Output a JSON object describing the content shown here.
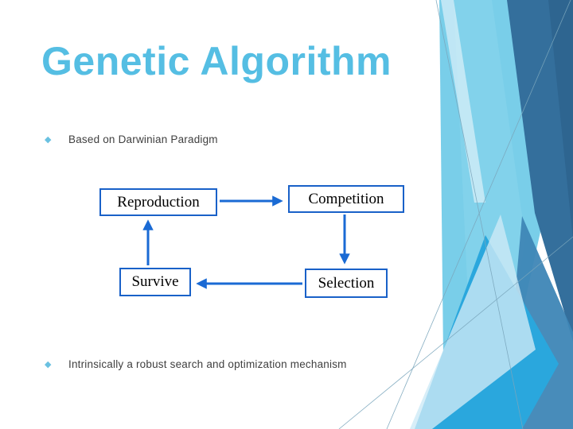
{
  "slide": {
    "title": "Genetic Algorithm",
    "bullets": [
      {
        "marker": "◆",
        "text": "Based on Darwinian Paradigm"
      },
      {
        "marker": "◆",
        "text": "Intrinsically a robust search and optimization mechanism"
      }
    ],
    "diagram": {
      "nodes": [
        {
          "id": "reproduction",
          "label": "Reproduction"
        },
        {
          "id": "competition",
          "label": "Competition"
        },
        {
          "id": "survive",
          "label": "Survive"
        },
        {
          "id": "selection",
          "label": "Selection"
        }
      ],
      "edges": [
        {
          "from": "Reproduction",
          "to": "Competition",
          "direction": "right"
        },
        {
          "from": "Competition",
          "to": "Selection",
          "direction": "down"
        },
        {
          "from": "Selection",
          "to": "Survive",
          "direction": "left"
        },
        {
          "from": "Survive",
          "to": "Reproduction",
          "direction": "up"
        }
      ]
    },
    "colors": {
      "title_text": "#55bee3",
      "bullet_marker": "#6ac1e1",
      "body_text": "#3f3f3f",
      "box_border": "#1961c8",
      "box_text": "#000000",
      "arrow": "#1a6ad4",
      "decor_light_band": "#79cee9",
      "decor_sheen": "#8ed6ee",
      "decor_pale_sliver": "#ddf1fa",
      "decor_dark_steel": "#346f9c",
      "decor_darker_corner": "#2d648f",
      "decor_medium_blue": "#3e86b6",
      "decor_bright_cyan": "#2aa7dd",
      "decor_pale_wedge": "#cdeaf6",
      "decor_hairline": "#7aa6bc"
    }
  }
}
